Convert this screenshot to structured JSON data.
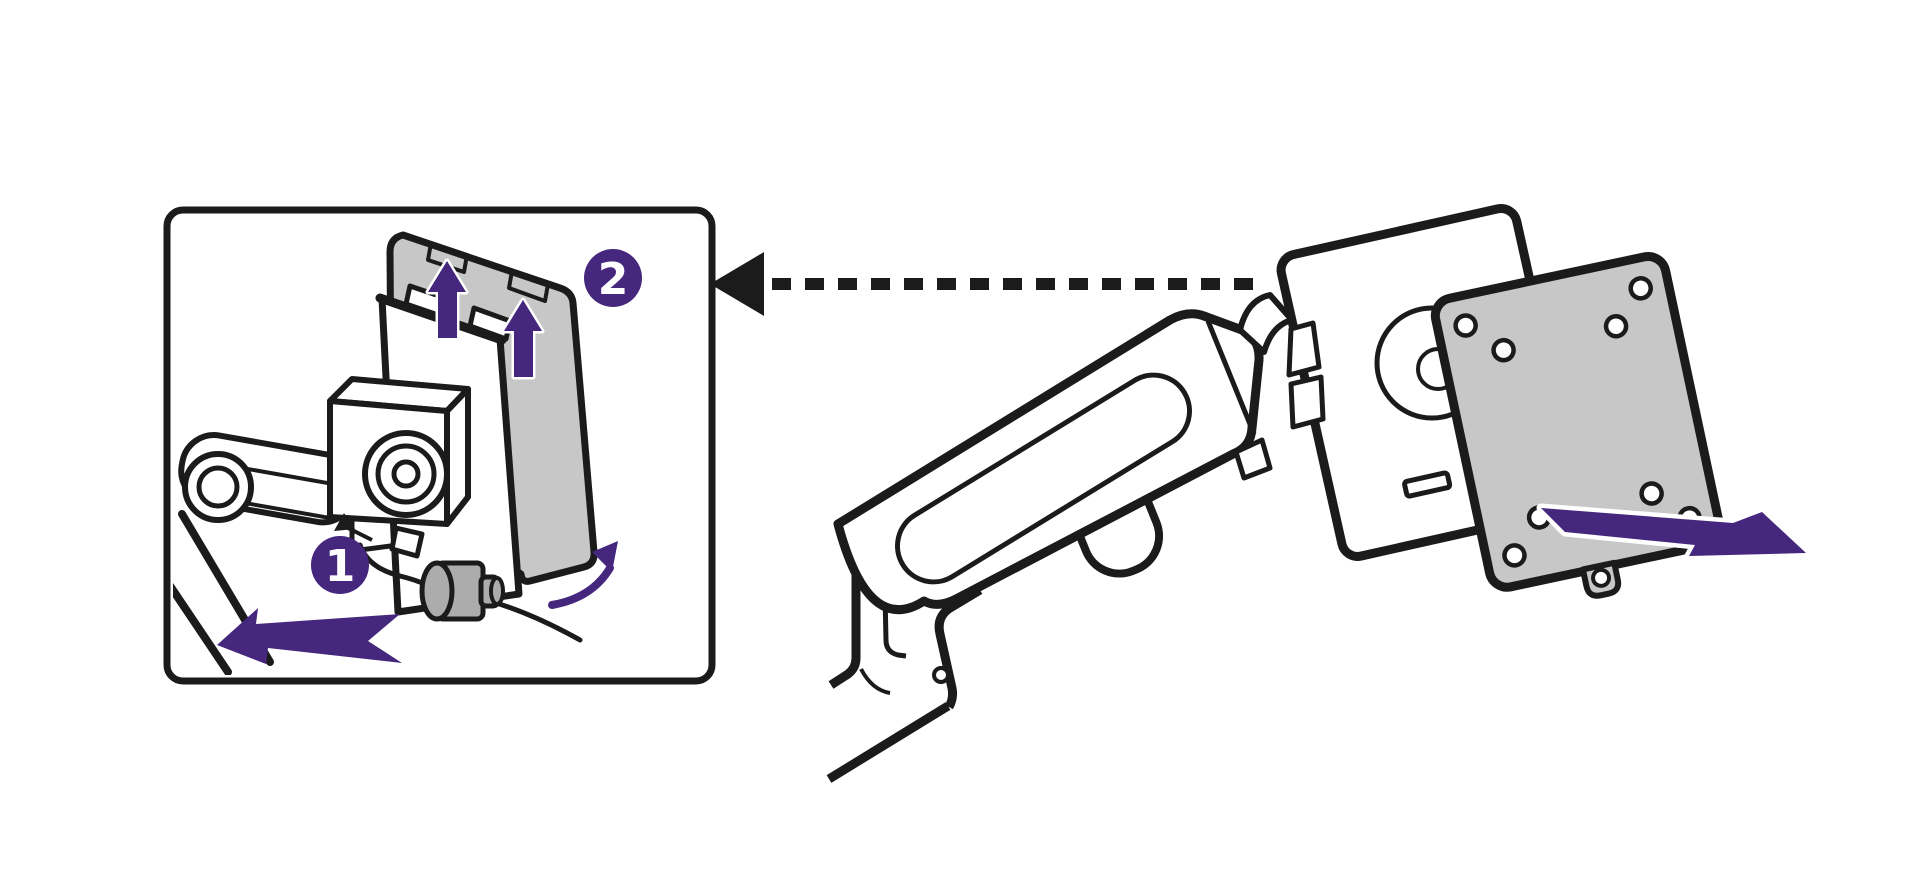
{
  "illustration": {
    "badges": [
      "1",
      "2"
    ]
  },
  "icons": {
    "step1_direction": "arrow-left",
    "step2_direction": "arrow-up",
    "rotate_hint": "curved-arrow-up-right",
    "callout_pointer": "dashed-arrow-left",
    "remove_direction": "arrow-right"
  },
  "colors": {
    "accent": "#46277E",
    "ink": "#1B1B1B",
    "plate_gray": "#C7C7C7",
    "knob_gray": "#ACACAC",
    "background": "#FFFFFF"
  }
}
